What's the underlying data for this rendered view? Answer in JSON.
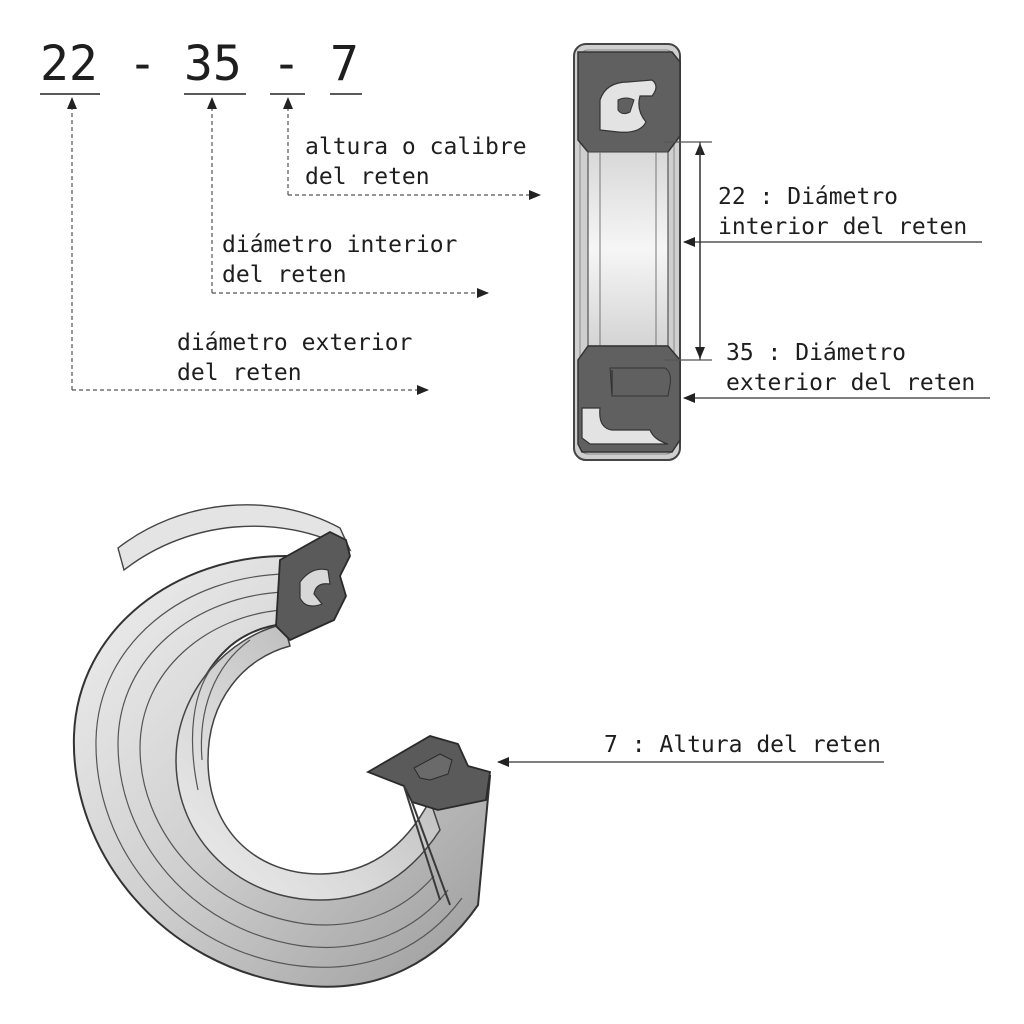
{
  "code": {
    "part1": "22",
    "sep1": "-",
    "part2": "35",
    "sep2": "-",
    "part3": "7"
  },
  "labels": {
    "height_line1": "altura o calibre",
    "height_line2": "del reten",
    "inner_line1": "diámetro interior",
    "inner_line2": "del reten",
    "outer_line1": "diámetro exterior",
    "outer_line2": "del reten"
  },
  "dimensions": {
    "inner_line1": "22 : Diámetro",
    "inner_line2": "interior del reten",
    "outer_line1": "35 : Diámetro",
    "outer_line2": "exterior del reten",
    "height": "7 : Altura del reten"
  }
}
